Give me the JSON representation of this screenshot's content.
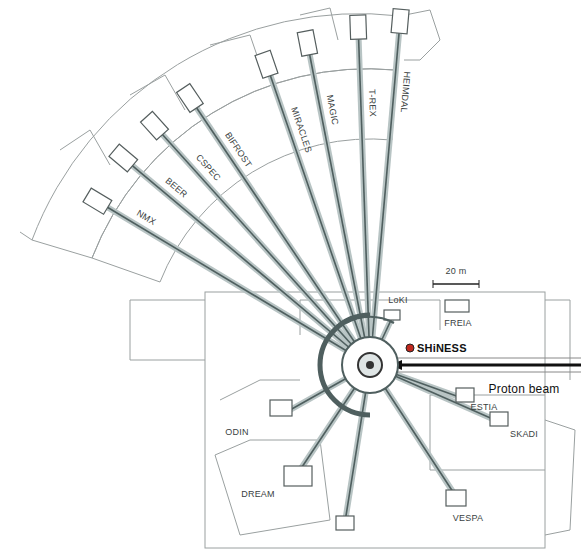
{
  "diagram": {
    "labels": [
      "HEIMDAL",
      "T-REX",
      "MAGIC",
      "MIRACLES",
      "BIFROST",
      "CSPEC",
      "BEER",
      "NMX",
      "20 m",
      "LoKI",
      "FREIA",
      "SHiNESS",
      "Proton beam",
      "ESTIA",
      "SKADI",
      "ODIN",
      "VESPA",
      "DREAM"
    ]
  }
}
